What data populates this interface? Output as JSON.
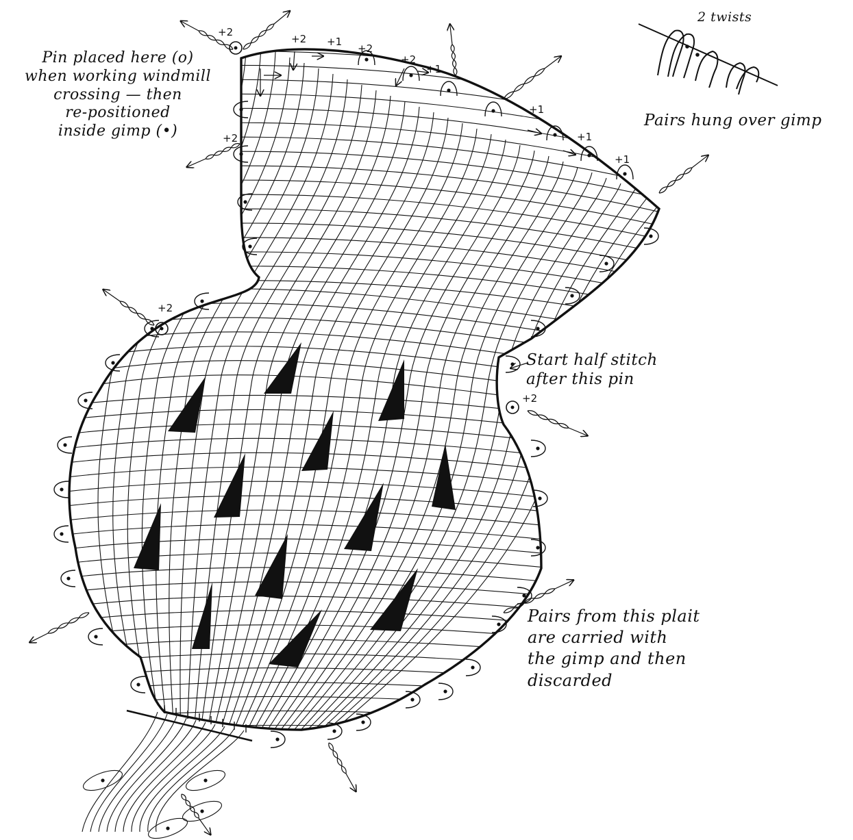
{
  "annotations": {
    "pin_note": "Pin placed here (o)\nwhen working windmill\ncrossing — then\nre-positioned\ninside gimp (•)",
    "twists_label": "2 twists",
    "pairs_hung": "Pairs hung over gimp",
    "half_stitch": "Start half stitch\nafter this pin",
    "plait_note": "Pairs from this plait\nare carried with\nthe gimp and then\ndiscarded"
  },
  "markers": {
    "plus_two": "+2",
    "plus_one": "+1"
  },
  "colors": {
    "ink": "#111111",
    "fill": "#111111",
    "paper": "#ffffff"
  }
}
